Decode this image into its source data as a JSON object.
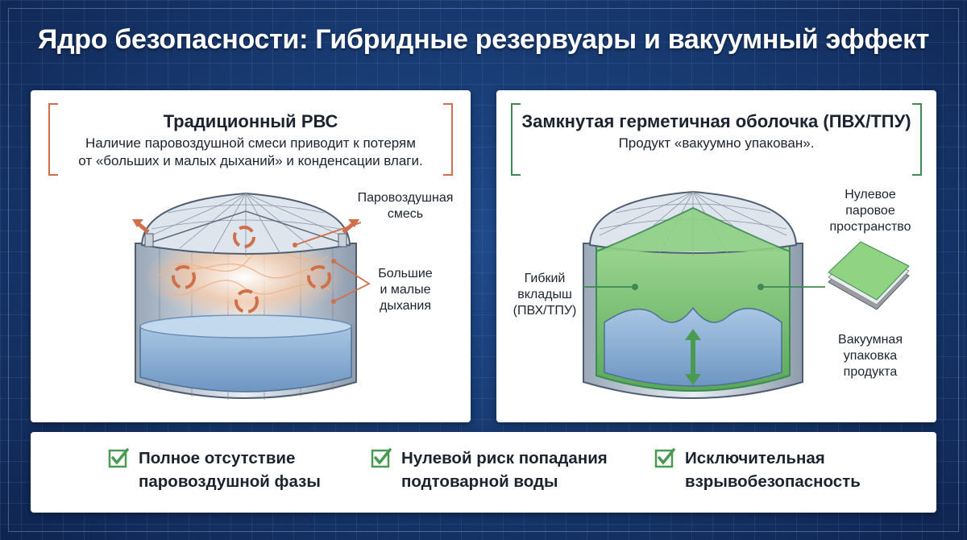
{
  "title": "Ядро безопасности: Гибридные резервуары и вакуумный эффект",
  "left_panel": {
    "title": "Традиционный РВС",
    "description_line1": "Наличие паровоздушной смеси приводит к потерям",
    "description_line2": "от «больших и малых дыханий» и конденсации влаги.",
    "label_mixture_line1": "Паровоздушная",
    "label_mixture_line2": "смесь",
    "label_breathing_line1": "Большие",
    "label_breathing_line2": "и малые",
    "label_breathing_line3": "дыхания",
    "bracket_color": "#d0704a"
  },
  "right_panel": {
    "title": "Замкнутая герметичная оболочка (ПВХ/ТПУ)",
    "description": "Продукт «вакуумно упакован».",
    "label_liner_line1": "Гибкий",
    "label_liner_line2": "вкладыш",
    "label_liner_line3": "(ПВХ/ТПУ)",
    "label_zero_line1": "Нулевое",
    "label_zero_line2": "паровое",
    "label_zero_line3": "пространство",
    "label_vacuum_line1": "Вакуумная",
    "label_vacuum_line2": "упаковка",
    "label_vacuum_line3": "продукта",
    "bracket_color": "#3d8a55"
  },
  "features": [
    {
      "line1": "Полное отсутствие",
      "line2": "паровоздушной фазы",
      "icon": "check-box-icon"
    },
    {
      "line1": "Нулевой риск попадания",
      "line2": "подтоварной воды",
      "icon": "check-box-icon"
    },
    {
      "line1": "Исключительная",
      "line2": "взрывобезопасность",
      "icon": "check-box-icon"
    }
  ],
  "colors": {
    "background": "#17386e",
    "accent_orange": "#d0704a",
    "accent_green": "#3d8a55",
    "liquid_blue": "#8fb4d8",
    "liner_green": "#7fc77a"
  }
}
